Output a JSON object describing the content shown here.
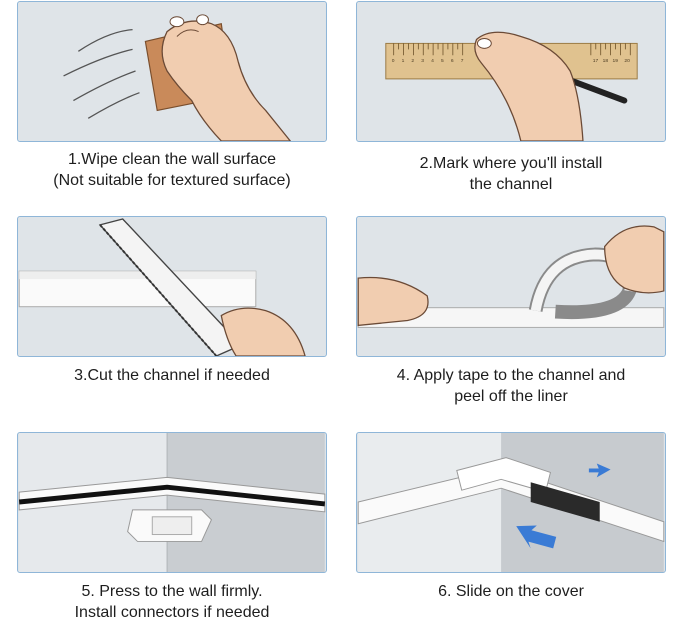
{
  "steps": [
    {
      "caption": "1.Wipe clean the wall surface\n(Not suitable for textured surface)"
    },
    {
      "caption": "2.Mark where you'll install\nthe channel"
    },
    {
      "caption": "3.Cut the channel if needed"
    },
    {
      "caption": "4. Apply tape to the channel and\npeel off the liner"
    },
    {
      "caption": "5. Press to the wall firmly.\nInstall connectors if needed"
    },
    {
      "caption": "6. Slide on the cover"
    }
  ],
  "ruler": {
    "numbers": [
      "0",
      "1",
      "2",
      "3",
      "4",
      "5",
      "6",
      "7",
      "17",
      "18",
      "19",
      "20"
    ]
  },
  "colors": {
    "panel_bg": "#dde3e8",
    "panel_border": "#8fb6d8",
    "arrow_blue": "#3a7bd5",
    "skin": "#f1cdb0",
    "sandpaper": "#c98a5a",
    "ruler": "#e0c28f"
  }
}
